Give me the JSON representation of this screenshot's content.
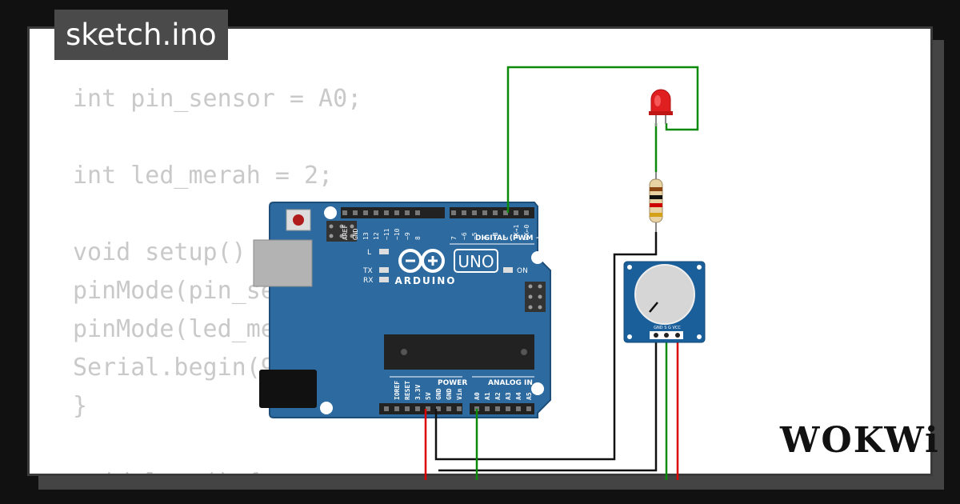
{
  "file_tab": {
    "label": "sketch.ino"
  },
  "code": {
    "lines": [
      "int pin_sensor = A0;",
      "",
      "int led_merah = 2;",
      "",
      "void setup() {",
      "pinMode(pin_sensor, INPUT);",
      "pinMode(led_merah, OUTPUT);",
      "Serial.begin(9600);",
      "}",
      "",
      "void loop() {"
    ]
  },
  "board": {
    "name": "ARDUINO",
    "model": "UNO",
    "digital_label": "DIGITAL (PWM ~)",
    "power_label": "POWER",
    "analog_label": "ANALOG IN",
    "led_L": "L",
    "led_TX": "TX",
    "led_RX": "RX",
    "on_label": "ON",
    "digital_pins": [
      "AREF",
      "GND",
      "13",
      "12",
      "~11",
      "~10",
      "~9",
      "8",
      "7",
      "~6",
      "~5",
      "4",
      "~3",
      "2",
      "TX→1",
      "RX←0"
    ],
    "power_pins": [
      "IOREF",
      "RESET",
      "3.3V",
      "5V",
      "GND",
      "GND",
      "Vin"
    ],
    "analog_pins": [
      "A0",
      "A1",
      "A2",
      "A3",
      "A4",
      "A5"
    ]
  },
  "potentiometer": {
    "pin_labels": "GND S G VCC"
  },
  "components": {
    "led_color": "#e02020",
    "resistor_bands": [
      "#8b4513",
      "#111111",
      "#cc0000",
      "#d4a017"
    ]
  },
  "wires": {
    "signal_color": "#0a8a0a",
    "power_color": "#dd0000",
    "ground_color": "#111111"
  },
  "brand": {
    "logo": "WOKWi"
  }
}
